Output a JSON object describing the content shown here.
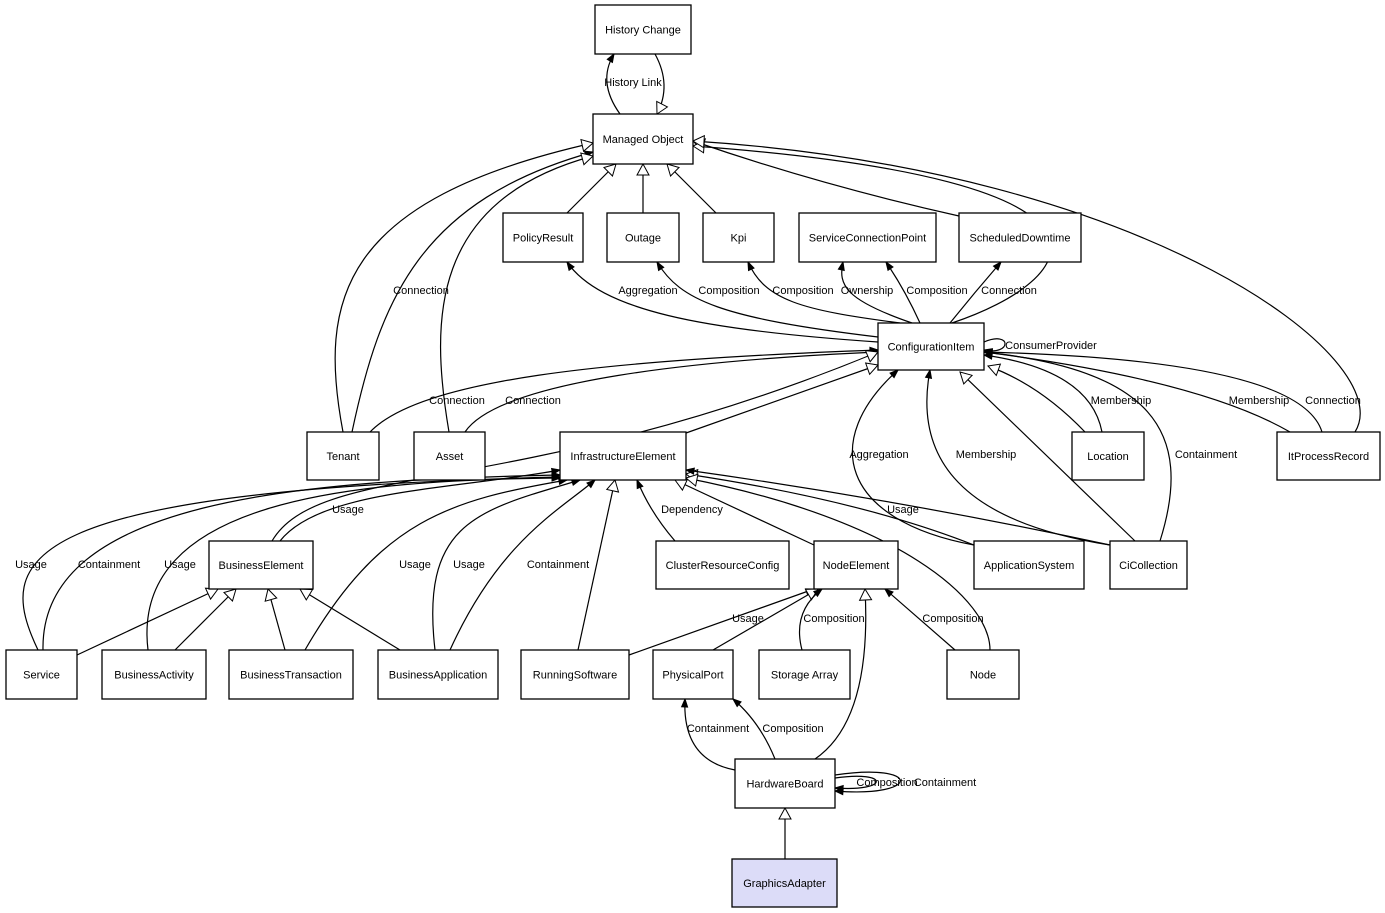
{
  "colors": {
    "node_fill": "#ffffff",
    "highlight_fill": "#dcdcf8",
    "stroke": "#000000"
  },
  "nodes": [
    {
      "id": "HistoryChange",
      "label": "History Change"
    },
    {
      "id": "ManagedObject",
      "label": "Managed Object"
    },
    {
      "id": "PolicyResult",
      "label": "PolicyResult"
    },
    {
      "id": "Outage",
      "label": "Outage"
    },
    {
      "id": "Kpi",
      "label": "Kpi"
    },
    {
      "id": "ServiceConnectionPoint",
      "label": "ServiceConnectionPoint"
    },
    {
      "id": "ScheduledDowntime",
      "label": "ScheduledDowntime"
    },
    {
      "id": "ConfigurationItem",
      "label": "ConfigurationItem"
    },
    {
      "id": "Tenant",
      "label": "Tenant"
    },
    {
      "id": "Asset",
      "label": "Asset"
    },
    {
      "id": "InfrastructureElement",
      "label": "InfrastructureElement"
    },
    {
      "id": "Location",
      "label": "Location"
    },
    {
      "id": "ItProcessRecord",
      "label": "ItProcessRecord"
    },
    {
      "id": "BusinessElement",
      "label": "BusinessElement"
    },
    {
      "id": "ClusterResourceConfig",
      "label": "ClusterResourceConfig"
    },
    {
      "id": "NodeElement",
      "label": "NodeElement"
    },
    {
      "id": "ApplicationSystem",
      "label": "ApplicationSystem"
    },
    {
      "id": "CiCollection",
      "label": "CiCollection"
    },
    {
      "id": "Service",
      "label": "Service"
    },
    {
      "id": "BusinessActivity",
      "label": "BusinessActivity"
    },
    {
      "id": "BusinessTransaction",
      "label": "BusinessTransaction"
    },
    {
      "id": "BusinessApplication",
      "label": "BusinessApplication"
    },
    {
      "id": "RunningSoftware",
      "label": "RunningSoftware"
    },
    {
      "id": "PhysicalPort",
      "label": "PhysicalPort"
    },
    {
      "id": "StorageArray",
      "label": "Storage Array"
    },
    {
      "id": "Node",
      "label": "Node"
    },
    {
      "id": "HardwareBoard",
      "label": "HardwareBoard"
    },
    {
      "id": "GraphicsAdapter",
      "label": "GraphicsAdapter",
      "highlighted": true
    }
  ],
  "edges": [
    {
      "from": "ManagedObject",
      "to": "HistoryChange",
      "kind": "association",
      "label": "History Link"
    },
    {
      "from": "HistoryChange",
      "to": "ManagedObject",
      "kind": "generalization",
      "label": ""
    },
    {
      "from": "PolicyResult",
      "to": "ManagedObject",
      "kind": "generalization",
      "label": ""
    },
    {
      "from": "Outage",
      "to": "ManagedObject",
      "kind": "generalization",
      "label": ""
    },
    {
      "from": "Kpi",
      "to": "ManagedObject",
      "kind": "generalization",
      "label": ""
    },
    {
      "from": "ScheduledDowntime",
      "to": "ManagedObject",
      "kind": "generalization",
      "label": ""
    },
    {
      "from": "ConfigurationItem",
      "to": "ManagedObject",
      "kind": "generalization",
      "label": ""
    },
    {
      "from": "ItProcessRecord",
      "to": "ManagedObject",
      "kind": "generalization",
      "label": ""
    },
    {
      "from": "Tenant",
      "to": "ManagedObject",
      "kind": "generalization",
      "label": ""
    },
    {
      "from": "Tenant",
      "to": "ManagedObject",
      "kind": "association",
      "label": "Connection"
    },
    {
      "from": "Asset",
      "to": "ManagedObject",
      "kind": "generalization",
      "label": ""
    },
    {
      "from": "ConfigurationItem",
      "to": "PolicyResult",
      "kind": "association",
      "label": "Aggregation"
    },
    {
      "from": "ConfigurationItem",
      "to": "Outage",
      "kind": "association",
      "label": "Composition"
    },
    {
      "from": "ConfigurationItem",
      "to": "Kpi",
      "kind": "association",
      "label": "Composition"
    },
    {
      "from": "ConfigurationItem",
      "to": "ServiceConnectionPoint",
      "kind": "association",
      "label": "Ownership"
    },
    {
      "from": "ConfigurationItem",
      "to": "ServiceConnectionPoint",
      "kind": "association",
      "label": "Composition"
    },
    {
      "from": "ConfigurationItem",
      "to": "ScheduledDowntime",
      "kind": "association",
      "label": "Connection"
    },
    {
      "from": "ConfigurationItem",
      "to": "ConfigurationItem",
      "kind": "association",
      "label": "ConsumerProvider"
    },
    {
      "from": "Tenant",
      "to": "ConfigurationItem",
      "kind": "association",
      "label": "Connection"
    },
    {
      "from": "Asset",
      "to": "ConfigurationItem",
      "kind": "association",
      "label": "Connection"
    },
    {
      "from": "Service",
      "to": "InfrastructureElement",
      "kind": "association",
      "label": "Usage"
    },
    {
      "from": "Service",
      "to": "InfrastructureElement",
      "kind": "association",
      "label": "Containment"
    },
    {
      "from": "Service",
      "to": "BusinessElement",
      "kind": "generalization",
      "label": ""
    },
    {
      "from": "BusinessActivity",
      "to": "InfrastructureElement",
      "kind": "association",
      "label": "Usage"
    },
    {
      "from": "BusinessActivity",
      "to": "BusinessElement",
      "kind": "generalization",
      "label": ""
    },
    {
      "from": "BusinessTransaction",
      "to": "BusinessElement",
      "kind": "generalization",
      "label": ""
    },
    {
      "from": "BusinessTransaction",
      "to": "InfrastructureElement",
      "kind": "association",
      "label": "Usage"
    },
    {
      "from": "BusinessApplication",
      "to": "BusinessElement",
      "kind": "generalization",
      "label": ""
    },
    {
      "from": "BusinessApplication",
      "to": "InfrastructureElement",
      "kind": "association",
      "label": "Usage"
    },
    {
      "from": "BusinessApplication",
      "to": "InfrastructureElement",
      "kind": "association",
      "label": "Containment"
    },
    {
      "from": "RunningSoftware",
      "to": "InfrastructureElement",
      "kind": "generalization",
      "label": ""
    },
    {
      "from": "BusinessElement",
      "to": "InfrastructureElement",
      "kind": "association",
      "label": "Usage"
    },
    {
      "from": "BusinessElement",
      "to": "ConfigurationItem",
      "kind": "generalization",
      "label": ""
    },
    {
      "from": "InfrastructureElement",
      "to": "ConfigurationItem",
      "kind": "generalization",
      "label": ""
    },
    {
      "from": "ClusterResourceConfig",
      "to": "InfrastructureElement",
      "kind": "association",
      "label": "Dependency"
    },
    {
      "from": "NodeElement",
      "to": "InfrastructureElement",
      "kind": "generalization",
      "label": ""
    },
    {
      "from": "ApplicationSystem",
      "to": "InfrastructureElement",
      "kind": "generalization",
      "label": ""
    },
    {
      "from": "CiCollection",
      "to": "InfrastructureElement",
      "kind": "association",
      "label": "Usage"
    },
    {
      "from": "Node",
      "to": "InfrastructureElement",
      "kind": "generalization",
      "label": ""
    },
    {
      "from": "ApplicationSystem",
      "to": "ConfigurationItem",
      "kind": "association",
      "label": "Aggregation"
    },
    {
      "from": "CiCollection",
      "to": "ConfigurationItem",
      "kind": "association",
      "label": "Membership"
    },
    {
      "from": "CiCollection",
      "to": "ConfigurationItem",
      "kind": "generalization",
      "label": ""
    },
    {
      "from": "CiCollection",
      "to": "ConfigurationItem",
      "kind": "association",
      "label": "Containment"
    },
    {
      "from": "Location",
      "to": "ConfigurationItem",
      "kind": "generalization",
      "label": ""
    },
    {
      "from": "Location",
      "to": "ConfigurationItem",
      "kind": "association",
      "label": "Membership"
    },
    {
      "from": "ItProcessRecord",
      "to": "ConfigurationItem",
      "kind": "association",
      "label": "Membership"
    },
    {
      "from": "ItProcessRecord",
      "to": "ConfigurationItem",
      "kind": "association",
      "label": "Connection"
    },
    {
      "from": "RunningSoftware",
      "to": "NodeElement",
      "kind": "association",
      "label": "Usage"
    },
    {
      "from": "PhysicalPort",
      "to": "NodeElement",
      "kind": "generalization",
      "label": ""
    },
    {
      "from": "StorageArray",
      "to": "NodeElement",
      "kind": "association",
      "label": "Composition"
    },
    {
      "from": "Node",
      "to": "NodeElement",
      "kind": "association",
      "label": "Composition"
    },
    {
      "from": "HardwareBoard",
      "to": "PhysicalPort",
      "kind": "association",
      "label": "Containment"
    },
    {
      "from": "HardwareBoard",
      "to": "PhysicalPort",
      "kind": "association",
      "label": "Composition"
    },
    {
      "from": "HardwareBoard",
      "to": "NodeElement",
      "kind": "generalization",
      "label": ""
    },
    {
      "from": "HardwareBoard",
      "to": "HardwareBoard",
      "kind": "association",
      "label": "Composition"
    },
    {
      "from": "HardwareBoard",
      "to": "HardwareBoard",
      "kind": "association",
      "label": "Containment"
    },
    {
      "from": "GraphicsAdapter",
      "to": "HardwareBoard",
      "kind": "generalization",
      "label": ""
    }
  ]
}
